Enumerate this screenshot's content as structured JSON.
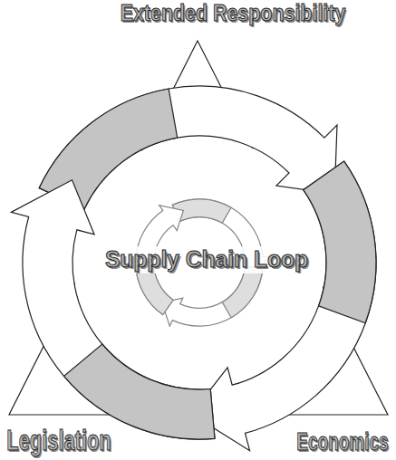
{
  "diagram": {
    "labels": [
      "Extended Responsibility",
      "Supply Chain Loop",
      "Legislation",
      "Economics"
    ]
  }
}
